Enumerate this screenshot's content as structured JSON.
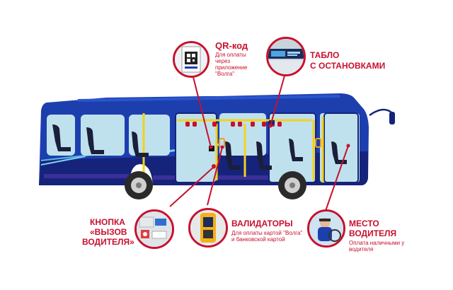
{
  "callouts": {
    "qr": {
      "title": "QR-код",
      "description": "Для оплаты через приложение \"Волга\""
    },
    "board": {
      "title_line1": "ТАБЛО",
      "title_line2": "С ОСТАНОВКАМИ"
    },
    "call_button": {
      "title_line1": "КНОПКА",
      "title_line2": "«ВЫЗОВ",
      "title_line3": "ВОДИТЕЛЯ»"
    },
    "validators": {
      "title": "ВАЛИДАТОРЫ",
      "description": "Для оплаты картой \"Волга\" и банковской картой"
    },
    "driver_seat": {
      "title_line1": "МЕСТО",
      "title_line2": "ВОДИТЕЛЯ",
      "description": "Оплата наличными у водителя"
    }
  },
  "colors": {
    "accent_red": "#c8102e",
    "bus_blue": "#1d3fae",
    "bus_dark_blue": "#16237a",
    "window_blue": "#bfe1ee",
    "handrail_yellow": "#f2d21b"
  }
}
